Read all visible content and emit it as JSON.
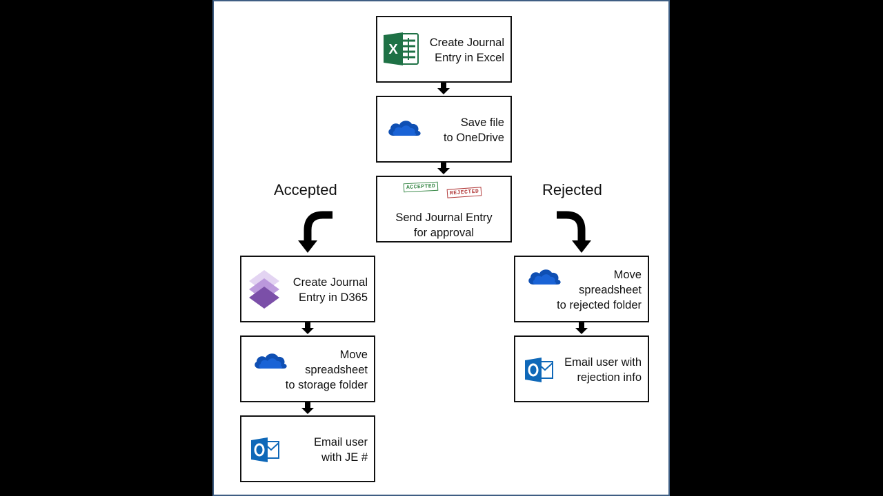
{
  "branches": {
    "accepted": "Accepted",
    "rejected": "Rejected"
  },
  "steps": {
    "create_excel": {
      "line1": "Create Journal",
      "line2": "Entry in Excel",
      "icon": "excel-icon"
    },
    "save_onedrive": {
      "line1": "Save file",
      "line2": "to OneDrive",
      "icon": "onedrive-icon"
    },
    "send_approval": {
      "line1": "Send Journal Entry",
      "line2": "for approval",
      "icon": "approval-stamps-icon"
    },
    "create_d365": {
      "line1": "Create Journal",
      "line2": "Entry in D365",
      "icon": "power-apps-icon"
    },
    "move_storage": {
      "line1": "Move",
      "line2": "spreadsheet",
      "line3": "to storage folder",
      "icon": "onedrive-icon"
    },
    "email_je": {
      "line1": "Email user",
      "line2": "with JE #",
      "icon": "outlook-icon"
    },
    "move_rejected": {
      "line1": "Move",
      "line2": "spreadsheet",
      "line3": "to rejected folder",
      "icon": "onedrive-icon"
    },
    "email_rejection": {
      "line1": "Email user with",
      "line2": "rejection info",
      "icon": "outlook-icon"
    }
  },
  "stamps": {
    "accepted": "ACCEPTED",
    "rejected": "REJECTED"
  },
  "colors": {
    "excel_green": "#1e7145",
    "onedrive_blue": "#0f4fb3",
    "outlook_blue": "#0f68b8",
    "powerapps_purple": "#7b4fa8",
    "stamp_green": "#3b8a4a",
    "stamp_red": "#b23a3a"
  }
}
